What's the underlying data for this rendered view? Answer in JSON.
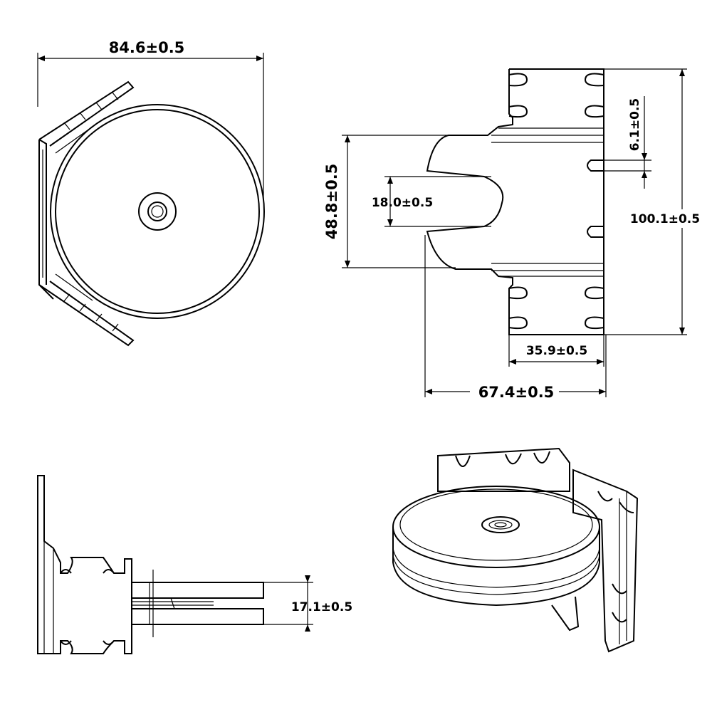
{
  "dimensions": {
    "top_width": "84.6±0.5",
    "height_48": "48.8±0.5",
    "slot_18": "18.0±0.5",
    "slot_6": "6.1±0.5",
    "total_100": "100.1±0.5",
    "width_35": "35.9±0.5",
    "width_67": "67.4±0.5",
    "depth_17": "17.1±0.5"
  }
}
